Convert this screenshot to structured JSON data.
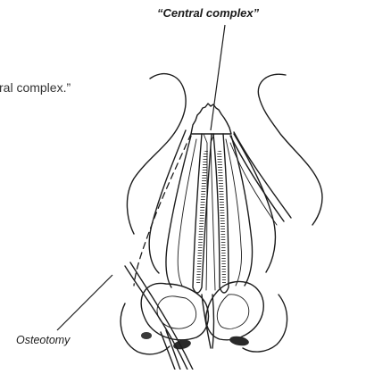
{
  "labels": {
    "central_complex": "“Central complex”",
    "fragment": "ral complex.”",
    "osteotomy": "Osteotomy"
  }
}
